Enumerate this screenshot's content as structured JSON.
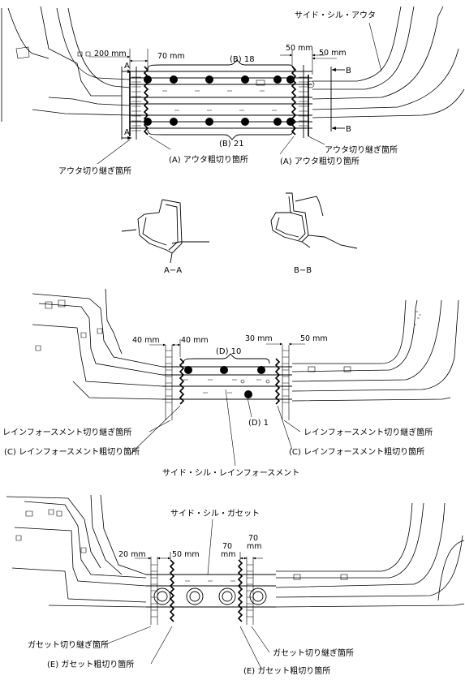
{
  "panel1": {
    "title": "サイド・シル・アウタ",
    "dim_left": "200 mm",
    "dim_70": "70 mm",
    "dim_50a": "50 mm",
    "dim_50b": "50 mm",
    "label_top_count": "(B) 18",
    "label_bottom_count": "(B) 21",
    "label_rough_left": "(A) アウタ粗切り箇所",
    "label_rough_right": "(A) アウタ粗切り箇所",
    "label_join_left": "アウタ切り継ぎ箇所",
    "label_join_right": "アウタ切り継ぎ箇所",
    "mark_a": "A",
    "mark_b": "B"
  },
  "sections": {
    "aa": "A−A",
    "bb": "B−B"
  },
  "panel2": {
    "title": "サイド・シル・レインフォースメント",
    "dim_40a": "40 mm",
    "dim_40b": "40 mm",
    "dim_30": "30 mm",
    "dim_50": "50 mm",
    "label_top_count": "(D) 10",
    "label_bottom_count": "(D) 1",
    "label_join_left": "レインフォースメント切り継ぎ箇所",
    "label_join_right": "レインフォースメント切り継ぎ箇所",
    "label_rough_left": "(C) レインフォースメント粗切り箇所",
    "label_rough_right": "(C) レインフォースメント粗切り箇所"
  },
  "panel3": {
    "title": "サイド・シル・ガセット",
    "dim_20": "20 mm",
    "dim_50": "50 mm",
    "dim_70a_num": "70",
    "dim_70a_unit": "mm",
    "dim_70b_num": "70",
    "dim_70b_unit": "mm",
    "label_join_left": "ガセット切り継ぎ箇所",
    "label_join_right": "ガセット切り継ぎ箇所",
    "label_rough_left": "(E) ガセット粗切り箇所",
    "label_rough_right": "(E) ガセット粗切り箇所"
  }
}
